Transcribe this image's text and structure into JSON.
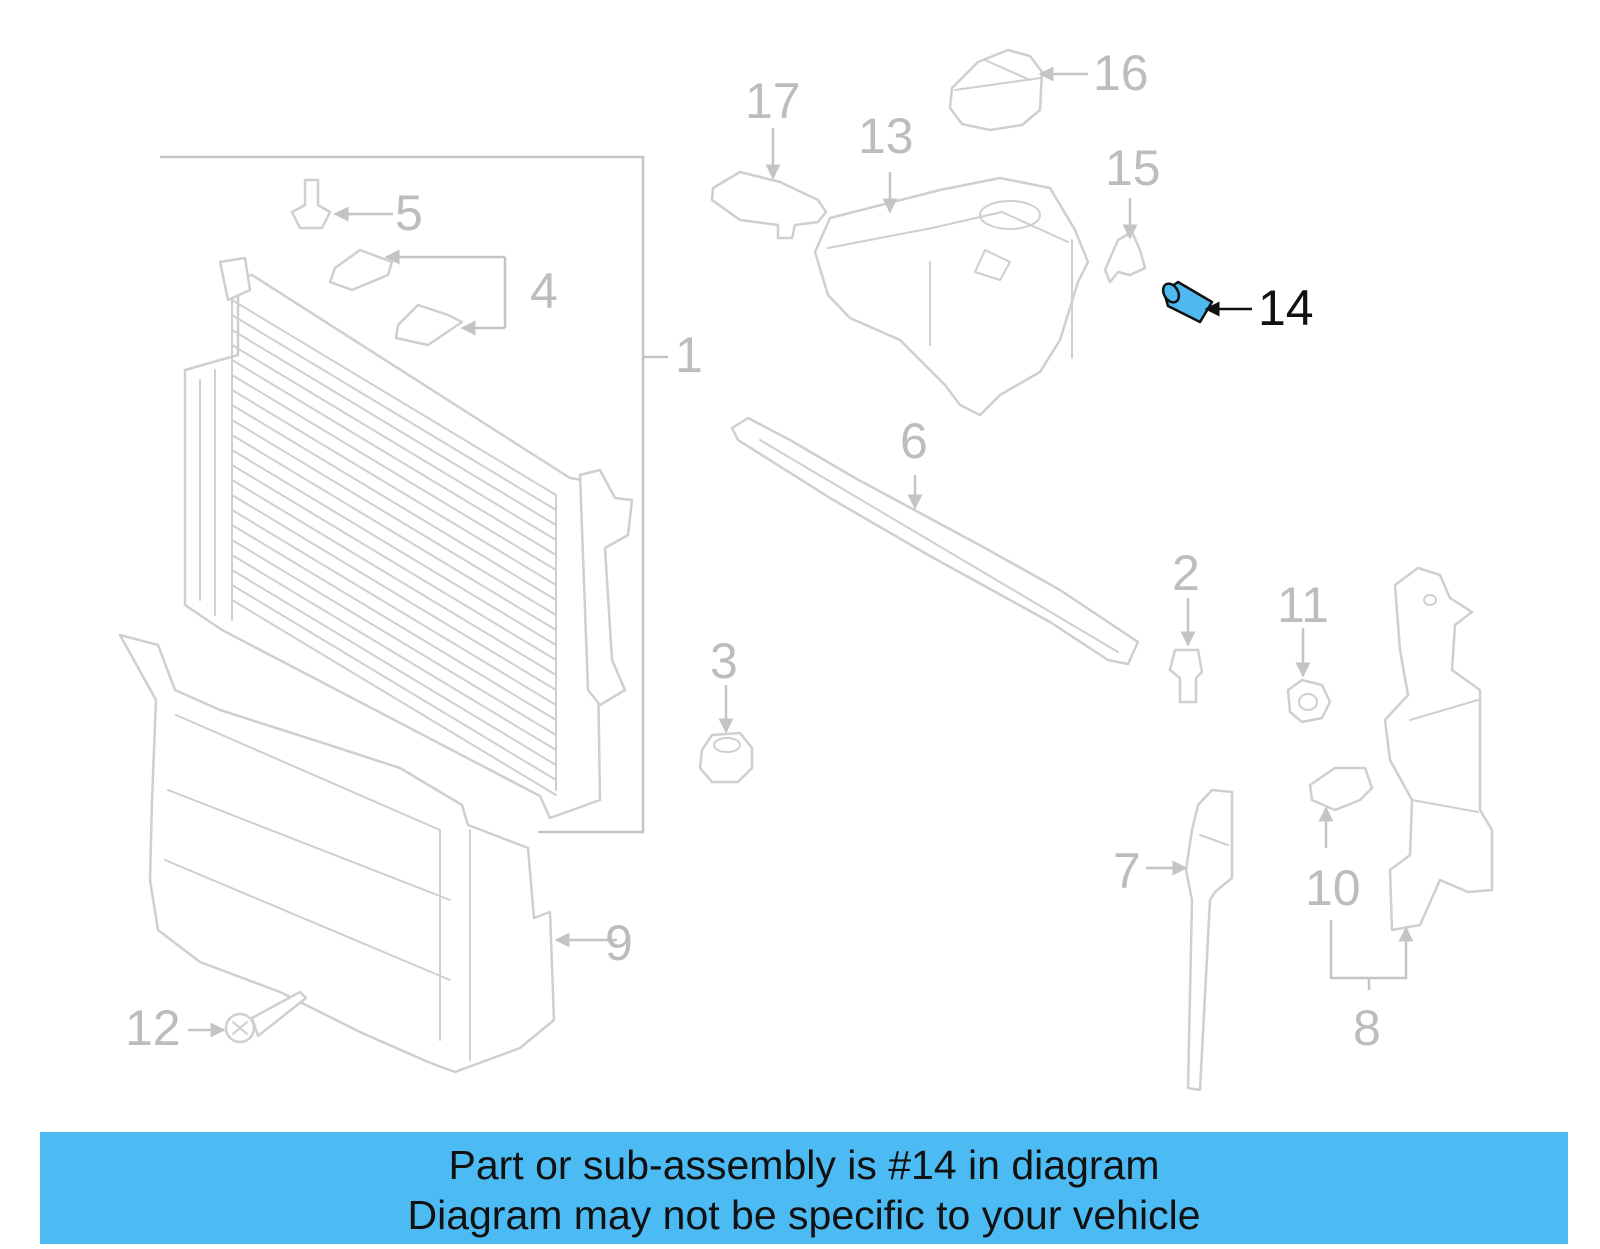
{
  "diagram": {
    "highlight_callout": "14",
    "callouts": [
      "1",
      "2",
      "3",
      "4",
      "5",
      "6",
      "7",
      "8",
      "9",
      "10",
      "11",
      "12",
      "13",
      "14",
      "15",
      "16",
      "17"
    ],
    "colors": {
      "part_stroke": "#cfcfcf",
      "label": "#bdbdbd",
      "highlight_part": "#4fb8ee",
      "highlight_label": "#111111",
      "banner_background": "#4dbbf3"
    }
  },
  "banner": {
    "line1": "Part or sub-assembly is #14 in diagram",
    "line2": "Diagram may not be specific to your vehicle"
  }
}
